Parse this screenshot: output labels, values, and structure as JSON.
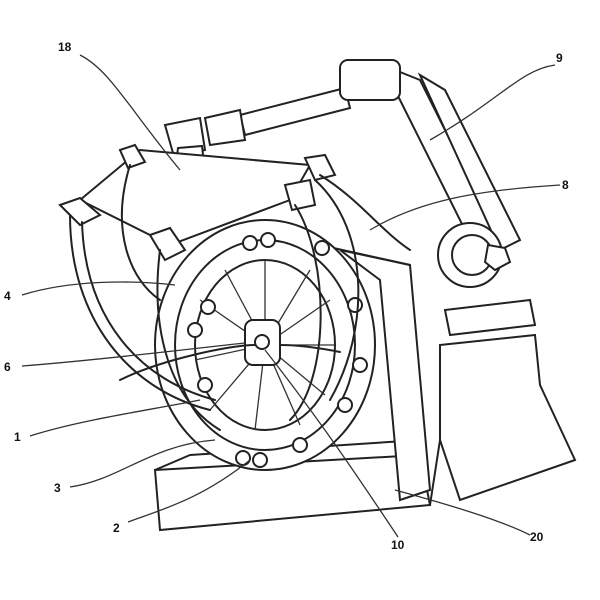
{
  "figure": {
    "labels": {
      "l18": "18",
      "l9": "9",
      "l8": "8",
      "l4": "4",
      "l6": "6",
      "l1": "1",
      "l3": "3",
      "l2": "2",
      "l10": "10",
      "l20": "20"
    }
  }
}
